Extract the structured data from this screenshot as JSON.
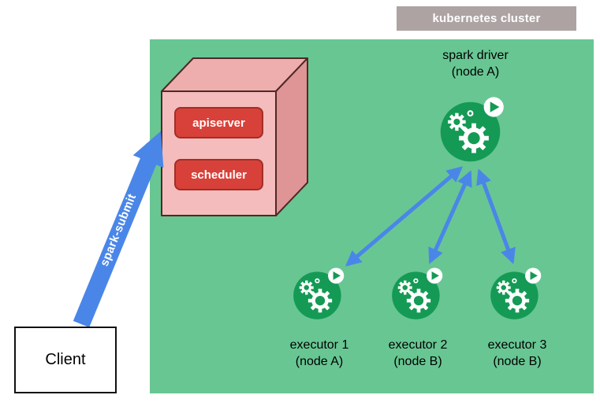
{
  "diagram": {
    "cluster_label": "kubernetes cluster",
    "control_plane": {
      "apiserver": "apiserver",
      "scheduler": "scheduler"
    },
    "driver": {
      "line1": "spark driver",
      "line2": "(node A)"
    },
    "executors": [
      {
        "line1": "executor 1",
        "line2": "(node A)"
      },
      {
        "line1": "executor 2",
        "line2": "(node B)"
      },
      {
        "line1": "executor 3",
        "line2": "(node B)"
      }
    ],
    "client_label": "Client",
    "spark_submit_label": "spark-submit",
    "colors": {
      "cluster_bg": "#68c693",
      "label_bg": "#ada3a3",
      "box_red": "#d7413a",
      "cube_pink": "#f4bcbc",
      "arrow_blue": "#4a86e8",
      "icon_green": "#149a54"
    }
  }
}
